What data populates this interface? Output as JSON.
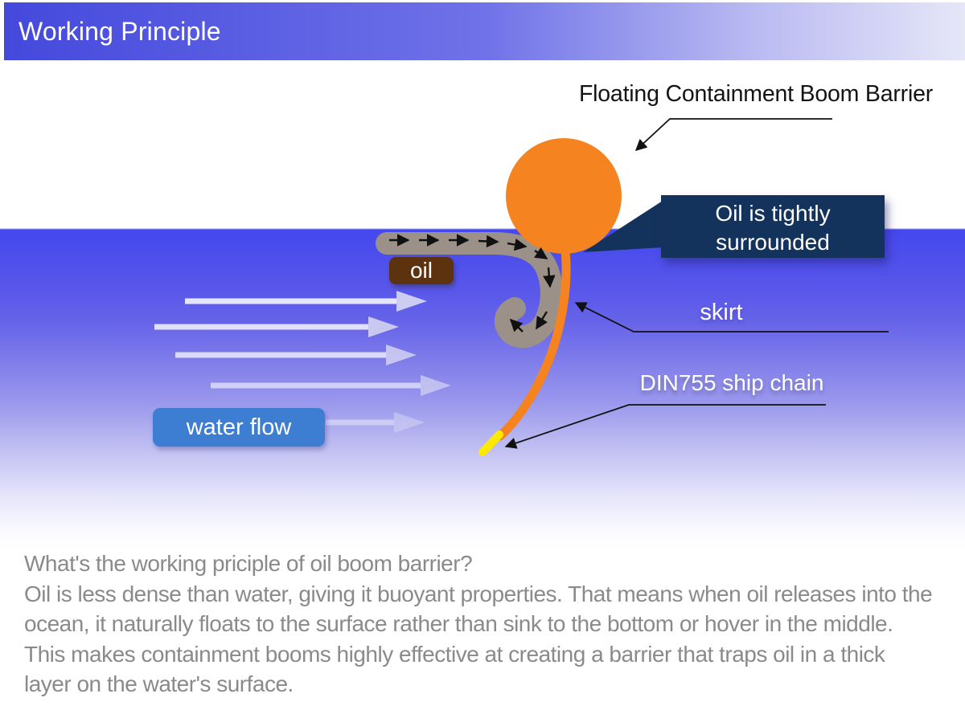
{
  "header": {
    "title": "Working Principle"
  },
  "diagram": {
    "float_label": "Floating Containment Boom Barrier",
    "bubble_line1": "Oil is tightly",
    "bubble_line2": "surrounded",
    "oil_label": "oil",
    "skirt_label": "skirt",
    "chain_label": "DIN755 ship chain",
    "water_flow_label": "water flow",
    "colors": {
      "header_gradient_left": "#4449dc",
      "header_gradient_right": "#e6e6f8",
      "float_orange": "#f5831f",
      "skirt_gray": "#9b9189",
      "oil_box_brown": "#5c330e",
      "bubble_navy": "#14335c",
      "water_flow_blue": "#3e7ed2",
      "water_top_blue": "#4448ee",
      "chain_tip_yellow": "#ffe900"
    }
  },
  "description": {
    "lines": [
      "What's the working priciple of oil boom barrier?",
      "Oil is less dense than water, giving it buoyant properties. That means when oil releases into the",
      "ocean, it naturally floats to the surface rather than sink to the bottom or hover in the middle.",
      "This makes containment booms highly effective at creating a barrier that traps oil in a thick",
      "layer on the water's surface."
    ]
  }
}
